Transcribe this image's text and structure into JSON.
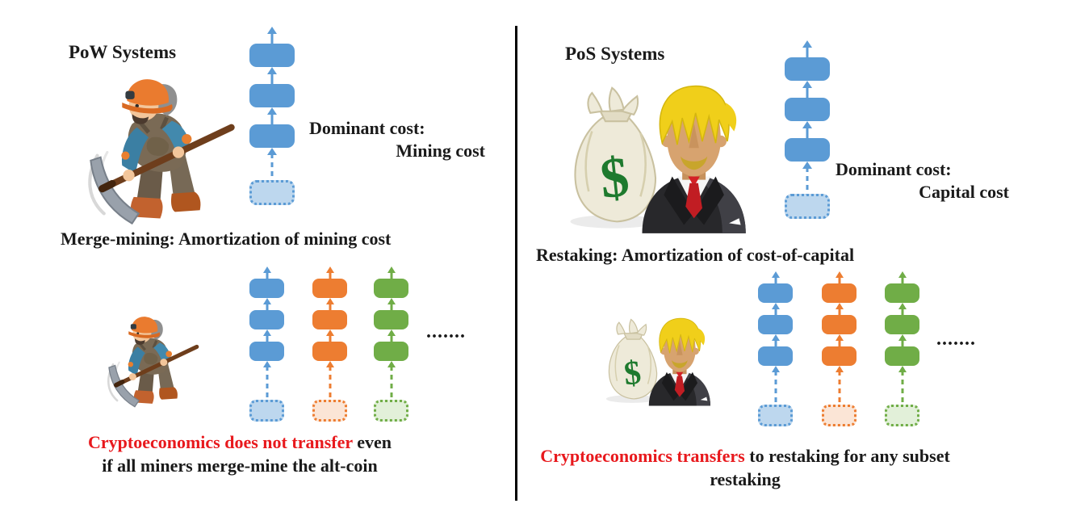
{
  "figure": {
    "type": "two-panel-comparison-diagram"
  },
  "colors": {
    "blue": "#5b9bd5",
    "blue-light": "#bdd7ee",
    "orange": "#ed7d31",
    "orange-light": "#fbe5d6",
    "green": "#70ad47",
    "green-light": "#e2f0d9",
    "red": "#e8191d",
    "text": "#1a1a1a",
    "divider": "#000000"
  },
  "chains": {
    "solid_blocks_per_chain": 3,
    "dashed_blocks_per_chain": 1,
    "top_chain_color": "blue",
    "bottom_chain_colors": [
      "blue",
      "orange",
      "green"
    ]
  },
  "left": {
    "title": "PoW Systems",
    "dominant_cost": {
      "line1": "Dominant cost:",
      "line2": "Mining cost"
    },
    "section_heading": "Merge-mining: Amortization of mining cost",
    "ellipsis": ".......",
    "caption": {
      "red_text": "Cryptoeconomics does not transfer",
      "black_suffix": " even",
      "line2": "if all miners merge-mine the alt-coin"
    },
    "illustration": "miner-with-pickaxe"
  },
  "right": {
    "title": "PoS Systems",
    "dominant_cost": {
      "line1": "Dominant cost:",
      "line2": "Capital cost"
    },
    "section_heading": "Restaking: Amortization of cost-of-capital",
    "ellipsis": ".......",
    "caption": {
      "red_text": "Cryptoeconomics transfers",
      "black_suffix": " to restaking for any subset",
      "line2": "restaking"
    },
    "illustration": "investor-with-money-bag",
    "money_bag_symbol": "$"
  }
}
